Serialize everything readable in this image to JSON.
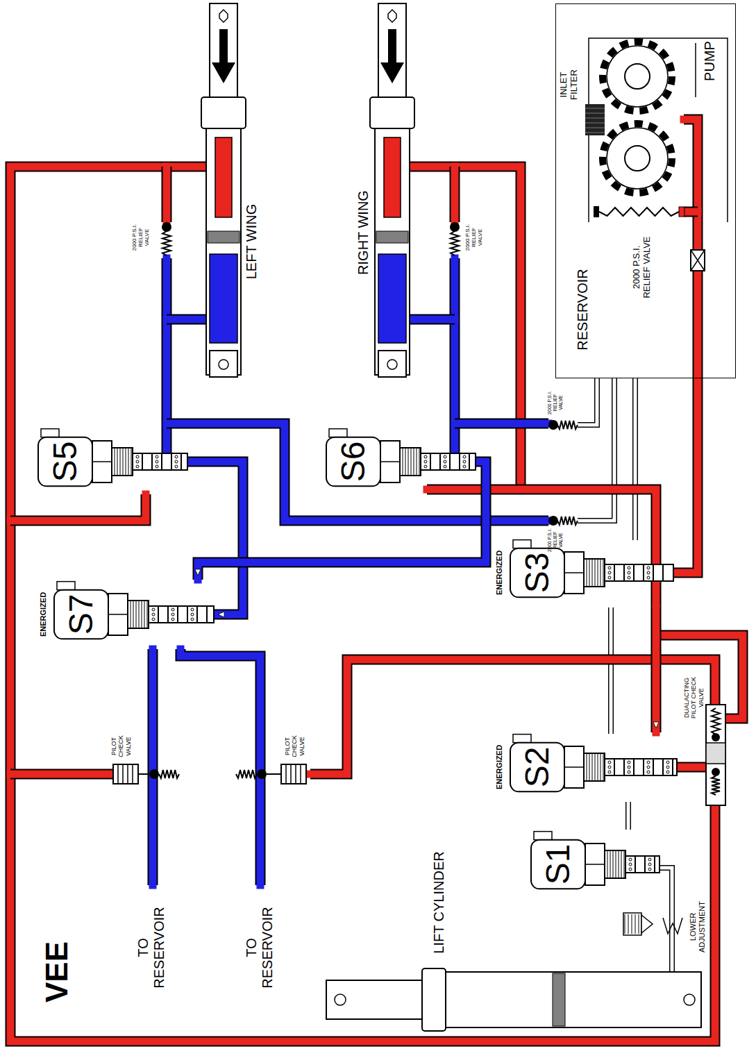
{
  "diagram": {
    "title": "VEE",
    "nodes": [
      {
        "text": [
          "RESERVOIR"
        ]
      },
      {
        "text": [
          "S5"
        ]
      },
      {
        "text": [
          "S6"
        ]
      },
      {
        "text": [
          "S7",
          "ENERGIZED"
        ]
      },
      {
        "text": [
          "S3",
          "ENERGIZED"
        ]
      },
      {
        "text": [
          "S2",
          "ENERGIZED"
        ]
      },
      {
        "text": [
          "S1"
        ]
      }
    ],
    "edges": [
      {
        "from": 1,
        "to": 3,
        "arrow": "to"
      },
      {
        "from": 2,
        "to": 3,
        "arrow": "to"
      },
      {
        "from": 4,
        "to": 5,
        "arrow": "to"
      },
      {
        "from": 5,
        "to": 6,
        "arrow": "none"
      }
    ],
    "labels": [
      "LEFT WING",
      "RIGHT WING",
      "2000 P.S.I. RELIEF VALVE",
      "2000 P.S.I. RELIEF VALVE",
      "2000 P.S.I. RELIEF VALVE",
      "2000 P.S.I. RELIEF VALVE",
      "2000 P.S.I. RELIEF VALVE",
      "INLET FILTER",
      "PUMP",
      "PILOT CHECK VALVE",
      "PILOT CHECK VALVE",
      "DUALACTING PILOT CHECK VALVE",
      "TO RESERVOIR",
      "TO RESERVOIR",
      "LIFT CYLINDER",
      "LOWER ADJUSTMENT"
    ]
  }
}
